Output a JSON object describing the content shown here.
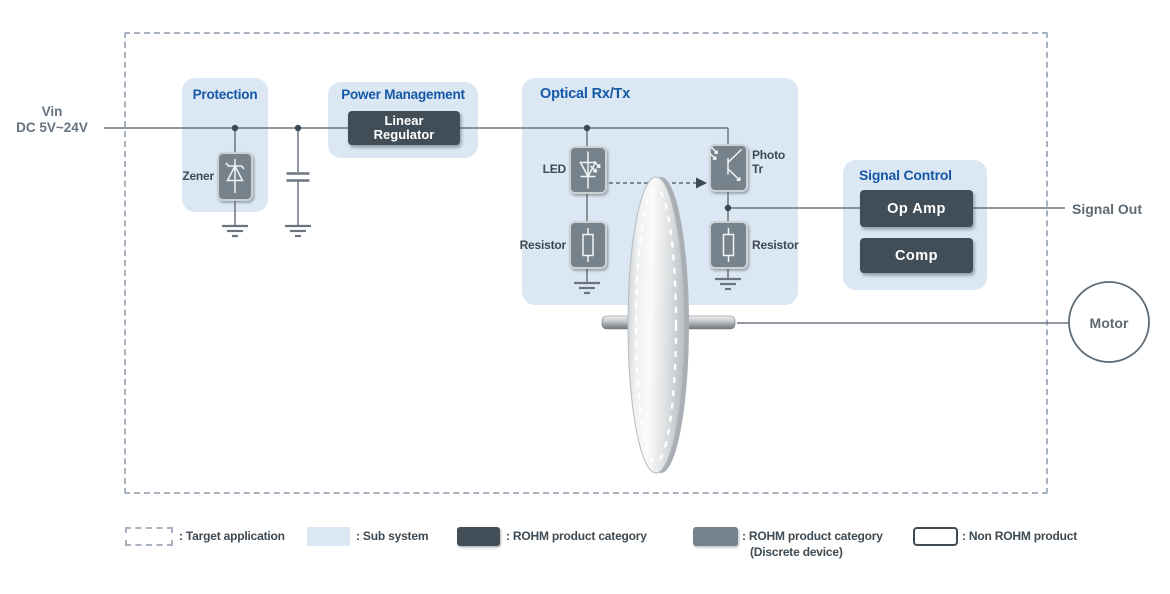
{
  "input": {
    "label": "Vin",
    "range": "DC 5V~24V"
  },
  "output_label": "Signal Out",
  "motor_label": "Motor",
  "blocks": {
    "protection": {
      "title": "Protection",
      "zener_label": "Zener"
    },
    "power_management": {
      "title": "Power Management",
      "linear_regulator": "Linear Regulator"
    },
    "optical": {
      "title": "Optical Rx/Tx",
      "led_label": "LED",
      "tx_resistor_label": "Resistor",
      "photo_tr_label": "Photo Tr",
      "rx_resistor_label": "Resistor"
    },
    "signal_control": {
      "title": "Signal Control",
      "op_amp": "Op Amp",
      "comparator": "Comp"
    }
  },
  "legend": {
    "target_application": ": Target application",
    "sub_system": ": Sub system",
    "rohm_product": ": ROHM product category",
    "rohm_discrete_line1": ": ROHM product category",
    "rohm_discrete_line2": "(Discrete device)",
    "non_rohm": ": Non ROHM product"
  },
  "colors": {
    "accent_blue": "#1558a7",
    "sub_system_fill": "#dbe7f3",
    "rohm_product_fill": "#414e57",
    "discrete_fill": "#76838c",
    "wire": "#6b7580",
    "dashed_border": "#a9b2c2",
    "label_dark": "#3f4a52",
    "label_gray": "#66737e"
  }
}
